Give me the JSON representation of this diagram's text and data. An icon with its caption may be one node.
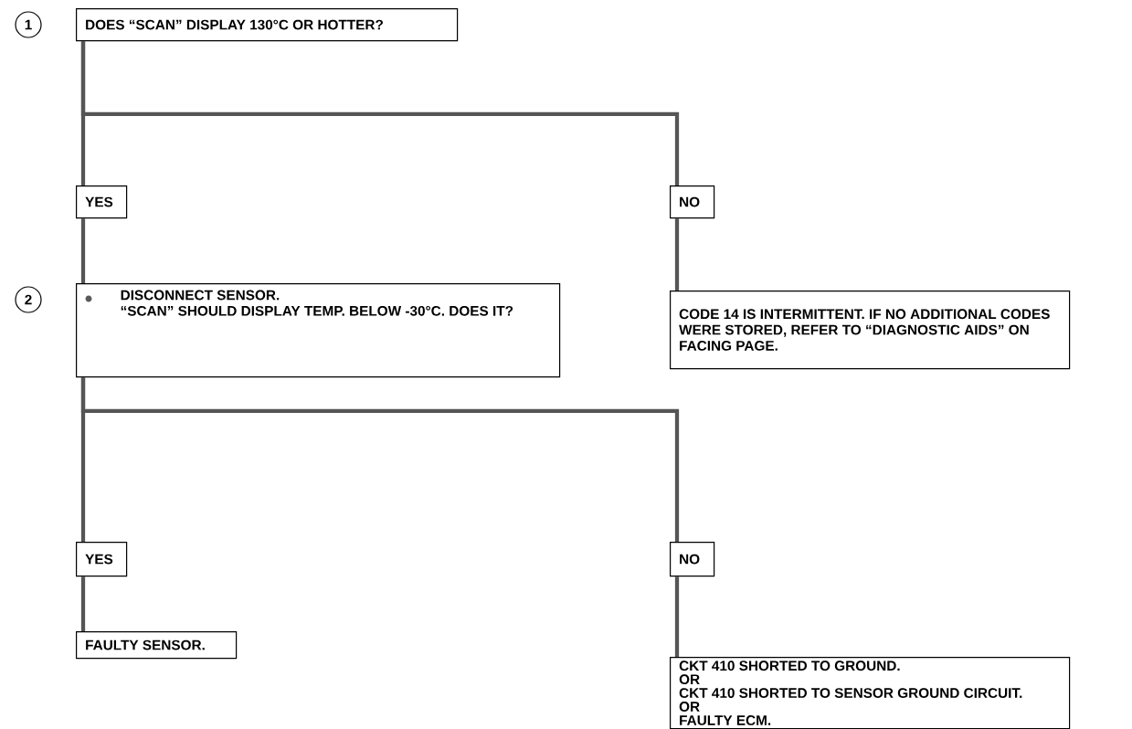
{
  "diagram": {
    "nodes": [
      {
        "text": [
          "1"
        ]
      },
      {
        "text": [
          "DOES “SCAN” DISPLAY 130°C OR HOTTER?"
        ]
      },
      {
        "text": [
          "YES"
        ]
      },
      {
        "text": [
          "NO"
        ]
      },
      {
        "text": [
          "2"
        ]
      },
      {
        "text": [
          "DISCONNECT SENSOR.",
          "“SCAN” SHOULD DISPLAY TEMP. BELOW -30°C. DOES IT?"
        ]
      },
      {
        "text": [
          "CODE 14 IS INTERMITTENT. IF NO ADDITIONAL CODES WERE STORED, REFER TO “DIAGNOSTIC AIDS” ON FACING PAGE."
        ]
      },
      {
        "text": [
          "YES"
        ]
      },
      {
        "text": [
          "NO"
        ]
      },
      {
        "text": [
          "FAULTY SENSOR."
        ]
      },
      {
        "text": [
          "CKT 410 SHORTED TO GROUND.",
          "OR",
          "CKT 410 SHORTED TO SENSOR GROUND CIRCUIT.",
          "OR",
          "FAULTY ECM."
        ]
      }
    ],
    "edges": [
      {
        "from": 1,
        "to": 2,
        "arrow": "none"
      },
      {
        "from": 1,
        "to": 3,
        "arrow": "none"
      },
      {
        "from": 2,
        "to": 5,
        "arrow": "none"
      },
      {
        "from": 3,
        "to": 6,
        "arrow": "none"
      },
      {
        "from": 5,
        "to": 7,
        "arrow": "none"
      },
      {
        "from": 5,
        "to": 8,
        "arrow": "none"
      },
      {
        "from": 7,
        "to": 9,
        "arrow": "none"
      },
      {
        "from": 8,
        "to": 10,
        "arrow": "none"
      }
    ]
  }
}
